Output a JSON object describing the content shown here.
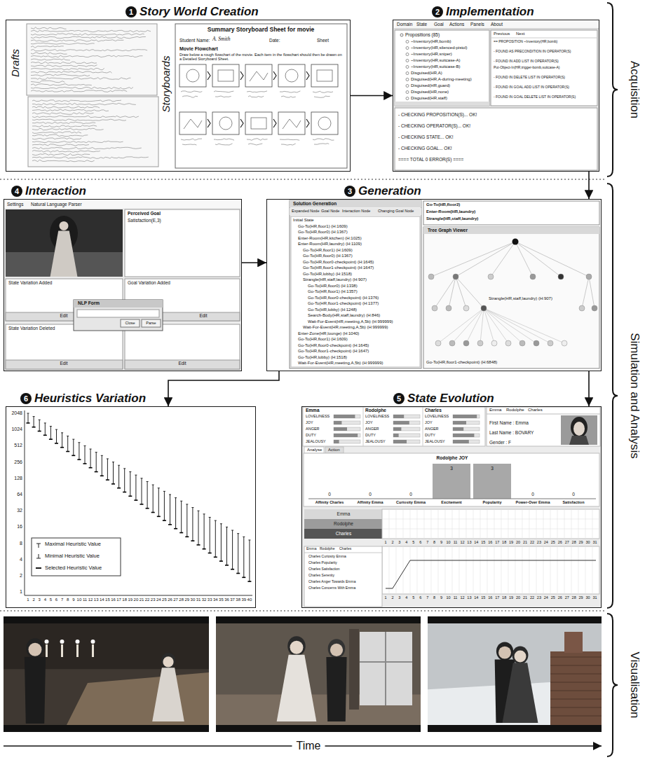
{
  "diagram": {
    "nodes": [
      {
        "text": [
          "Story World Creation"
        ]
      },
      {
        "text": [
          "Implementation"
        ]
      },
      {
        "text": [
          "Interaction"
        ]
      },
      {
        "text": [
          "Generation"
        ]
      },
      {
        "text": [
          "Heuristics Variation"
        ]
      },
      {
        "text": [
          "State Evolution"
        ]
      }
    ],
    "edges": [
      {
        "from": 0,
        "to": 1,
        "arrow": "to"
      },
      {
        "from": 1,
        "to": 3,
        "arrow": "to"
      },
      {
        "from": 2,
        "to": 3,
        "arrow": "to"
      },
      {
        "from": 3,
        "to": 4,
        "arrow": "to"
      },
      {
        "from": 3,
        "to": 5,
        "arrow": "to"
      }
    ],
    "labels": [
      "1",
      "2",
      "4",
      "3",
      "6",
      "5",
      "Acquisition",
      "Simulation and Analysis",
      "Visualisation",
      "Time",
      "Drafts",
      "Storyboards",
      "Summary Storyboard Sheet for movie",
      "Student Name:",
      "A. Smith",
      "Date:",
      "Sheet",
      "Movie Flowchart",
      "Draw below a rough flowchart of the movie. Each item in the flowchart should then be drawn on a Detailed Storyboard Sheet.",
      "Domain",
      "State",
      "Goal",
      "Actions",
      "Panels",
      "About",
      "Propositions (85)",
      "~Inventory(HR,bomb)",
      "~Inventory(HR,silenced-pistol)",
      "~Inventory(HR,sniper)",
      "~Inventory(HR,suitcase-A)",
      "~Inventory(HR,suitcase-B)",
      "Disguised(HR,A)",
      "Disguised(HR,A-during-meeting)",
      "Disguised(HR,guard)",
      "Disguised(HR,none)",
      "Disguised(HR,staff)",
      "Previous",
      "Next",
      "== PROPOSITION ~Inventory(HR,bomb)",
      "- FOUND AS PRECONDITION IN OPERATOR(S)",
      "- FOUND IN ADD LIST IN OPERATOR(S)",
      "Put-Object-In(HR,trigger-bomb,suitcase-A)",
      "- FOUND IN DELETE LIST IN OPERATOR(S)",
      "- FOUND IN GOAL ADD LIST IN OPERATOR(S)",
      "- FOUND IN GOAL DELETE LIST IN OPERATOR(S)",
      "- CHECKING PROPOSITION(S)... OK!",
      "- CHECKING OPERATOR(S)... OK!",
      "- CHECKING STATE... OK!",
      "- CHECKING GOAL... OK!",
      "==== TOTAL 0 ERROR(S) ====",
      "Settings",
      "Natural Language Parser",
      "Perceived Goal",
      "Satisfaction(E,3)",
      "State Variation Added",
      "Goal Variation Added",
      "State Variation Deleted",
      "NLP Form",
      "Close",
      "Parse",
      "Edit",
      "Edit",
      "Edit",
      "Edit",
      "Solution Generation",
      "Expanded Node",
      "Goal Node",
      "Interaction Node",
      "Changing Goal Node",
      "Initial State",
      "Go-To(HR,floor1) (H:1609)",
      "Go-To(HR,floor0) (H:1367)",
      "Enter-Room(HR,kitchen) (H:1025)",
      "Enter-Room(HR,laundry) (H:1109)",
      "Go-To(HR,floor1) (H:1609)",
      "Go-To(HR,floor0) (H:1367)",
      "Go-To(HR,floor0-checkpoint) (H:1645)",
      "Go-To(HR,floor1-checkpoint) (H:1647)",
      "Go-To(HR,lobby) (H:1518)",
      "Strangle(HR,staff,laundry) (H:907)",
      "Go-To(HR,floor0) (H:1338)",
      "Go-To(HR,floor1) (H:1357)",
      "Go-To(HR,floor0-checkpoint) (H:1376)",
      "Go-To(HR,floor1-checkpoint) (H:1377)",
      "Go-To(HR,lobby) (H:1248)",
      "Search-Body(HR,staff,laundry) (H:846)",
      "Wait-For-Event(HR,meeting,A,5b) (H:999999)",
      "Wait-For-Event(HR,meeting,A,5b) (H:999999)",
      "Enter-Zone(HR,lounge) (H:1040)",
      "Go-To(HR,floor1) (H:1609)",
      "Go-To(HR,floor0-checkpoint) (H:1645)",
      "Go-To(HR,floor1-checkpoint) (H:1647)",
      "Go-To(HR,lobby) (H:1518)",
      "Wait-For-Event(HR,meeting,A,5b) (H:999999)",
      "Go-To(HR,floor2)",
      "Enter-Room(HR,laundry)",
      "Strangle(HR,staff,laundry)",
      "Tree Graph Viewer",
      "Strangle(HR,staff,laundry) (H:907)",
      "Go-To(HR,floor1-checkpoint) (H:6848)",
      "2048",
      "1024",
      "512",
      "256",
      "128",
      "64",
      "32",
      "16",
      "8",
      "4",
      "2",
      "1",
      "1",
      "2",
      "3",
      "4",
      "5",
      "6",
      "7",
      "8",
      "9",
      "10",
      "11",
      "12",
      "13",
      "14",
      "15",
      "16",
      "17",
      "18",
      "19",
      "20",
      "21",
      "22",
      "23",
      "24",
      "25",
      "26",
      "27",
      "28",
      "29",
      "30",
      "31",
      "32",
      "33",
      "34",
      "35",
      "36",
      "37",
      "38",
      "39",
      "40",
      "Emma",
      "Rodolphe",
      "Charles",
      "LOVELINESS",
      "JOY",
      "ANGER",
      "DUTY",
      "JEALOUSY",
      "LOVELINESS",
      "JOY",
      "ANGER",
      "DUTY",
      "JEALOUSY",
      "LOVELINESS",
      "JOY",
      "ANGER",
      "DUTY",
      "JEALOUSY",
      "Emma",
      "Rodolphe",
      "Charles",
      "First Name : Emma",
      "Last Name : BOVARY",
      "Gender : F",
      "Analyse",
      "Action",
      "Rodolphe JOY",
      "0",
      "0",
      "0",
      "3",
      "3",
      "0",
      "0",
      "Affinity Charles",
      "Affinity Emma",
      "Curiosity Emma",
      "Excitement",
      "Popularity",
      "Power-Over Emma",
      "Satisfaction",
      "Emma",
      "Rodolphe",
      "Charles",
      "1",
      "2",
      "3",
      "4",
      "5",
      "6",
      "7",
      "8",
      "9",
      "10",
      "11",
      "12",
      "13",
      "14",
      "15",
      "16",
      "17",
      "18",
      "19",
      "20",
      "21",
      "22",
      "23",
      "24",
      "25",
      "26",
      "27",
      "28",
      "29",
      "30",
      "31",
      "Emma",
      "Rodolphe",
      "Charles",
      "Charles Curiosity Emma",
      "Charles Popularity",
      "Charles Satisfaction",
      "Charles Serenity",
      "Charles Anger Towards Emma",
      "Charles Concerns With Emma",
      "1",
      "2",
      "3",
      "4",
      "5",
      "6",
      "7",
      "8",
      "9",
      "10",
      "11",
      "12",
      "13",
      "14",
      "15",
      "16",
      "17",
      "18",
      "19",
      "20",
      "21",
      "22",
      "23",
      "24",
      "25",
      "26",
      "27",
      "28",
      "29",
      "30",
      "31"
    ],
    "legend": [
      {
        "text": "Maximal Heuristic Value"
      },
      {
        "text": "Minimal Heuristic Value"
      },
      {
        "text": "Selected Heuristic Value"
      }
    ]
  }
}
